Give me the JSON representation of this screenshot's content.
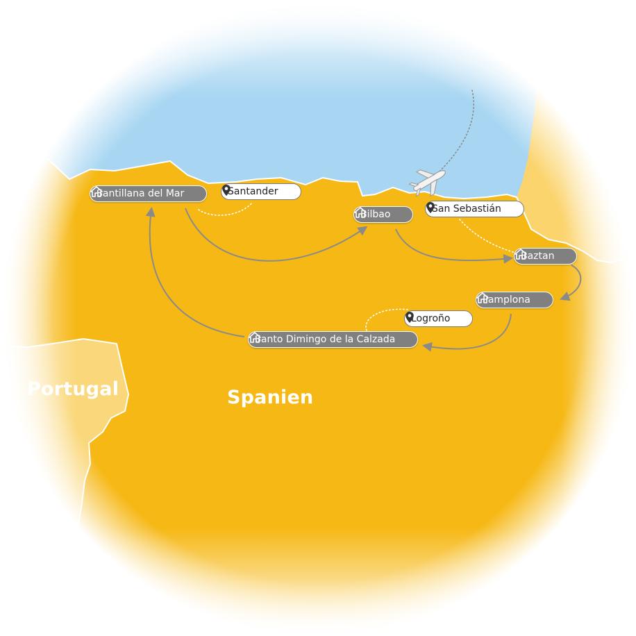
{
  "map": {
    "countries": [
      {
        "id": "portugal",
        "label": "Portugal"
      },
      {
        "id": "spain",
        "label": "Spanien"
      }
    ],
    "accommodations": [
      {
        "id": "santillana",
        "label": "Santillana del Mar",
        "icon": "house-icon"
      },
      {
        "id": "bilbao",
        "label": "Bilbao",
        "icon": "house-icon"
      },
      {
        "id": "baztan",
        "label": "Baztan",
        "icon": "house-icon"
      },
      {
        "id": "pamplona",
        "label": "Pamplona",
        "icon": "house-icon"
      },
      {
        "id": "santo-domingo",
        "label": "Santo Dimingo de la Calzada",
        "icon": "house-icon"
      }
    ],
    "points_of_interest": [
      {
        "id": "santander",
        "label": "Santander",
        "icon": "map-pin-icon"
      },
      {
        "id": "san-sebastian",
        "label": "San Sebastián",
        "icon": "map-pin-icon"
      },
      {
        "id": "logrono",
        "label": "Logroño",
        "icon": "map-pin-icon"
      }
    ],
    "flight_icon": "airplane-icon",
    "colors": {
      "sea": "#a8d6f2",
      "spain": "#f6b815",
      "portugal": "#fad77a",
      "france": "#fbd46e",
      "route_arrow": "#8a8a8a",
      "stay_pill": "#808080"
    }
  }
}
